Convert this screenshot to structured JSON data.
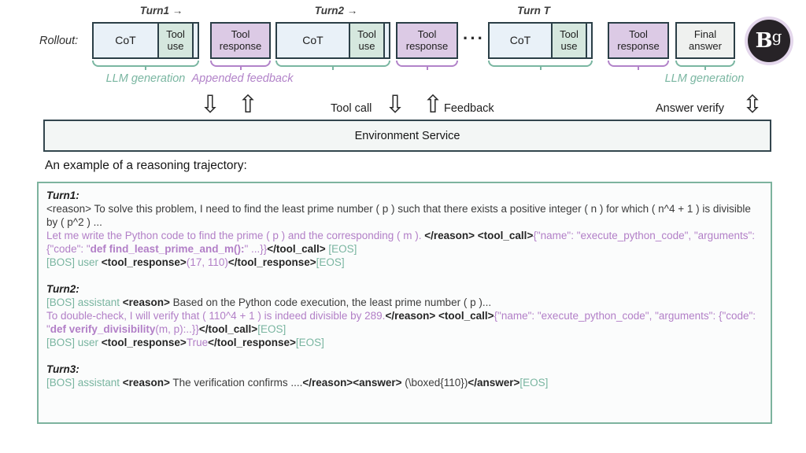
{
  "rollout": {
    "label": "Rollout:",
    "turn_labels": [
      {
        "text": "Turn1 →"
      },
      {
        "text": "Turn2 →"
      },
      {
        "text": "Turn T"
      }
    ],
    "box_labels": {
      "cot": "CoT",
      "tool_use": "Tool use",
      "tool_response": "Tool response",
      "final_answer": "Final answer",
      "dots": "···"
    },
    "annotations": {
      "llm_generation_left": "LLM generation",
      "appended_feedback": "Appended feedback",
      "llm_generation_right": "LLM generation"
    }
  },
  "icons": {
    "down_arrow": "⇩",
    "up_arrow": "⇧",
    "updown_arrow": "⇳"
  },
  "flow": {
    "tool_call": "Tool call",
    "feedback": "Feedback",
    "answer_verify": "Answer verify"
  },
  "environment": {
    "label": "Environment Service"
  },
  "example": {
    "caption": "An example of a reasoning trajectory:"
  },
  "logo": {
    "text_b": "B",
    "text_g": "g"
  },
  "colors": {
    "llm_green": "#7ab6a1",
    "feedback_purple": "#b283c9",
    "cot_fill": "#e9f1f8",
    "tool_use_fill": "#d5e7de",
    "tool_response_fill": "#dccae5",
    "final_answer_fill": "#eff1ef",
    "box_border": "#2b3f47",
    "trajectory_border": "#7db39e"
  },
  "trajectory": {
    "turn1": {
      "header": "Turn1:",
      "p1": [
        {
          "t": "<reason> To solve this problem, I need to find the least prime number ( p ) such that there exists a positive integer ( n ) for which ( n^4 + 1 ) is divisible by ( p^2 ) ...",
          "c": "body"
        }
      ],
      "p2": [
        {
          "t": "Let me write the Python code to find the prime ( p ) and the corresponding ( m ). ",
          "c": "purple"
        },
        {
          "t": "</reason> <tool_call>",
          "c": "tag"
        },
        {
          "t": "{\"name\": \"execute_python_code\", \"arguments\": {\"code\": \"",
          "c": "purple"
        },
        {
          "t": "def find_least_prime_and_m():",
          "c": "purple-bold"
        },
        {
          "t": "\" ...}}",
          "c": "purple"
        },
        {
          "t": "</tool_call>",
          "c": "tag"
        },
        {
          "t": " ",
          "c": "body"
        },
        {
          "t": "[EOS]",
          "c": "green"
        }
      ],
      "p3": [
        {
          "t": "[BOS] user ",
          "c": "green"
        },
        {
          "t": "<tool_response>",
          "c": "tag"
        },
        {
          "t": "(17, 110)",
          "c": "purple"
        },
        {
          "t": "</tool_response>",
          "c": "tag"
        },
        {
          "t": "[EOS]",
          "c": "green"
        }
      ]
    },
    "turn2": {
      "header": "Turn2:",
      "p1": [
        {
          "t": "[BOS] assistant ",
          "c": "green"
        },
        {
          "t": "<reason>",
          "c": "tag"
        },
        {
          "t": " Based on the Python code execution, the least prime number ( p )...",
          "c": "body"
        }
      ],
      "p2": [
        {
          "t": "To double-check, I will verify that ( 110^4 + 1 ) is indeed divisible by 289.",
          "c": "purple"
        },
        {
          "t": "</reason> <tool_call>",
          "c": "tag"
        },
        {
          "t": "{\"name\": \"execute_python_code\", \"arguments\": {\"code\": \"",
          "c": "purple"
        },
        {
          "t": "def verify_divisibility",
          "c": "purple-bold"
        },
        {
          "t": "(m, p):..}}",
          "c": "purple"
        },
        {
          "t": "</tool_call>",
          "c": "tag"
        },
        {
          "t": "[EOS]",
          "c": "green"
        }
      ],
      "p3": [
        {
          "t": "[BOS] user ",
          "c": "green"
        },
        {
          "t": "<tool_response>",
          "c": "tag"
        },
        {
          "t": "True",
          "c": "purple"
        },
        {
          "t": "</tool_response>",
          "c": "tag"
        },
        {
          "t": "[EOS]",
          "c": "green"
        }
      ]
    },
    "turn3": {
      "header": "Turn3:",
      "p1": [
        {
          "t": "[BOS] assistant ",
          "c": "green"
        },
        {
          "t": "<reason>",
          "c": "tag"
        },
        {
          "t": " The verification confirms ....",
          "c": "body"
        },
        {
          "t": "</reason><answer>",
          "c": "tag"
        },
        {
          "t": " (\\boxed{110})",
          "c": "body"
        },
        {
          "t": "</answer>",
          "c": "tag"
        },
        {
          "t": "[EOS]",
          "c": "green"
        }
      ]
    }
  }
}
